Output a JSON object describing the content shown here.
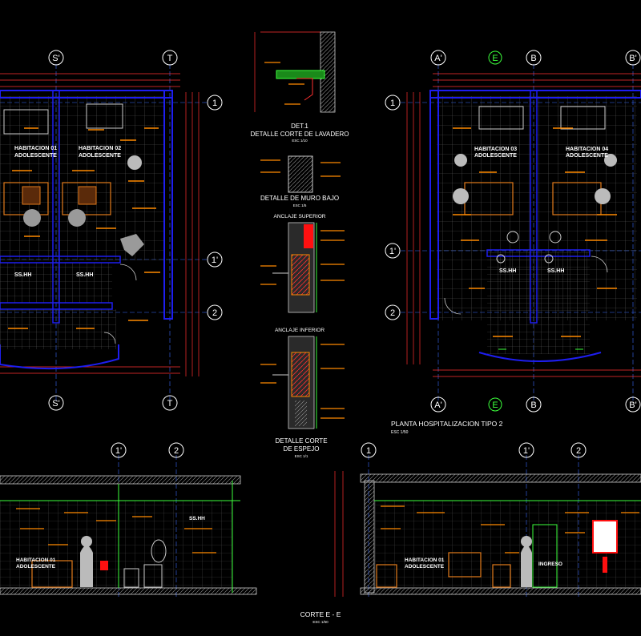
{
  "colors": {
    "background": "#000000",
    "wall": "#1e1ef0",
    "grid": "#7a7a7a",
    "dimension": "#ff3030",
    "annotation": "#ff8a00",
    "axis_line": "#3cff3c",
    "text_white": "#ffffff",
    "text_green": "#7cff7c",
    "highlight_red": "#ff1010",
    "furniture_orange": "#e37b1c"
  },
  "plan_left": {
    "axis_top": [
      "S'",
      "T"
    ],
    "axis_bottom": [
      "S'",
      "T"
    ],
    "axis_right": [
      "1",
      "1'",
      "2"
    ],
    "room_labels": [
      {
        "name": "HABITACION 01",
        "sub": "ADOLESCENTE"
      },
      {
        "name": "HABITACION 02",
        "sub": "ADOLESCENTE"
      }
    ],
    "bath_labels": [
      "SS.HH",
      "SS.HH"
    ]
  },
  "plan_right": {
    "axis_top": [
      "A'",
      "E",
      "B",
      "B'"
    ],
    "axis_bottom": [
      "A'",
      "E",
      "B",
      "B'"
    ],
    "axis_left": [
      "1",
      "1'",
      "2"
    ],
    "room_labels": [
      {
        "name": "HABITACION 03",
        "sub": "ADOLESCENTE"
      },
      {
        "name": "HABITACION 04",
        "sub": "ADOLESCENTE"
      }
    ],
    "bath_labels": [
      "SS.HH",
      "SS.HH"
    ],
    "title": "PLANTA HOSPITALIZACION TIPO 2",
    "scale": "ESC 1/50"
  },
  "details": {
    "det1_title": "DET.1",
    "det1_subtitle": "DETALLE CORTE DE LAVADERO",
    "det1_scale": "ESC 1/10",
    "muro_title": "DETALLE DE MURO BAJO",
    "muro_scale": "ESC 1/5",
    "anclaje_sup": "ANCLAJE SUPERIOR",
    "anclaje_inf": "ANCLAJE INFERIOR",
    "espejo_title_1": "DETALLE CORTE",
    "espejo_title_2": "DE ESPEJO",
    "espejo_scale": "ESC 1/1"
  },
  "section_left": {
    "axis": [
      "1'",
      "2"
    ],
    "labels": [
      "HABITACION 01",
      "ADOLESCENTE",
      "SS.HH"
    ]
  },
  "section_right": {
    "axis": [
      "1",
      "1'",
      "2"
    ],
    "labels": [
      "HABITACION 01",
      "ADOLESCENTE",
      "INGRESO"
    ]
  },
  "section_title": "CORTE E - E",
  "section_scale": "ESC 1/50"
}
